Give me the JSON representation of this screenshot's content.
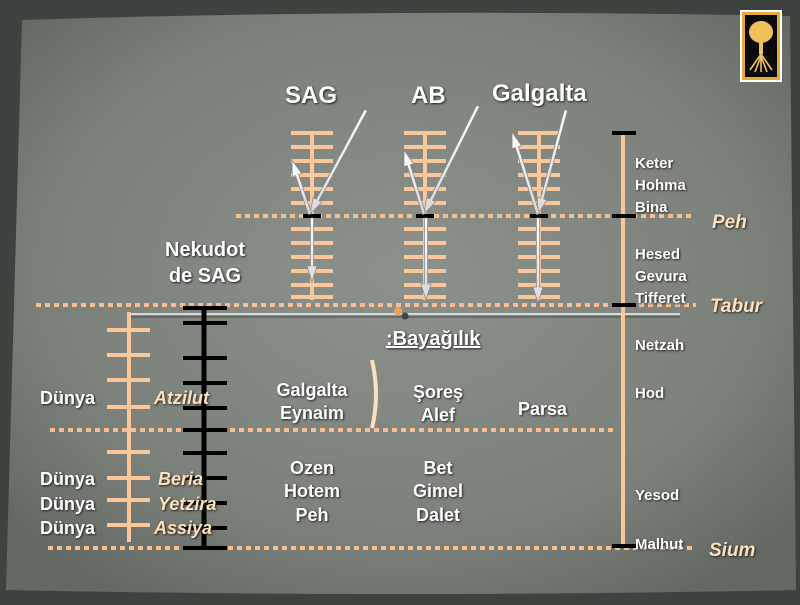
{
  "titles": {
    "sag": "SAG",
    "ab": "AB",
    "galgalta": "Galgalta"
  },
  "sefirot": [
    "Keter",
    "Hohma",
    "Bina",
    "Hesed",
    "Gevura",
    "Tifferet",
    "Netzah",
    "Hod",
    "Yesod",
    "Malhut"
  ],
  "levels": {
    "peh": "Peh",
    "tabur": "Tabur",
    "sium": "Sium"
  },
  "nekudot": {
    "line1": "Nekudot",
    "line2": "de SAG"
  },
  "bayagilik": ":Bayağılık",
  "worlds": {
    "dunya_label": "Dünya",
    "atzilut": "Atzilut",
    "beria": "Beria",
    "yetzira": "Yetzira",
    "assiya": "Assiya"
  },
  "middle_blocks": {
    "galgalta_eynaim": {
      "line1": "Galgalta",
      "line2": "Eynaim"
    },
    "sores_alef": {
      "line1": "Şoreş",
      "line2": "Alef"
    },
    "parsa": "Parsa",
    "ozen_hotem_peh": {
      "line1": "Ozen",
      "line2": "Hotem",
      "line3": "Peh"
    },
    "bet_gimel_dalet": {
      "line1": "Bet",
      "line2": "Gimel",
      "line3": "Dalet"
    }
  },
  "logo": {
    "icon": "tree-of-life-icon"
  },
  "colors": {
    "background_panel": "#7e827c",
    "peach": "#fbc79a",
    "dotted": "#f7bf90",
    "label_italic": "#fde1bd"
  }
}
